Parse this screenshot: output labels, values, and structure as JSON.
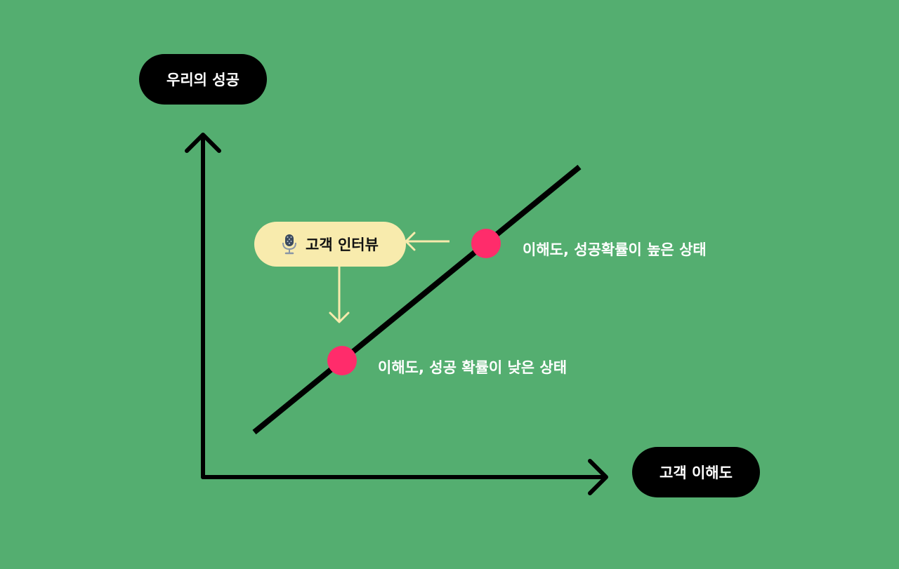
{
  "diagram": {
    "y_axis_label": "우리의 성공",
    "x_axis_label": "고객 이해도",
    "interview_label": "고객 인터뷰",
    "state_high_label": "이해도, 성공확률이 높은 상태",
    "state_low_label": "이해도, 성공 확률이 낮은 상태",
    "icons": {
      "interview": "microphone-icon"
    },
    "colors": {
      "background": "#54ae70",
      "axis": "#000000",
      "trend_line": "#000000",
      "point": "#ff2c6b",
      "interview_pill": "#f8ebad",
      "interview_arrow": "#f8ebad",
      "label_text": "#ffffff"
    }
  }
}
